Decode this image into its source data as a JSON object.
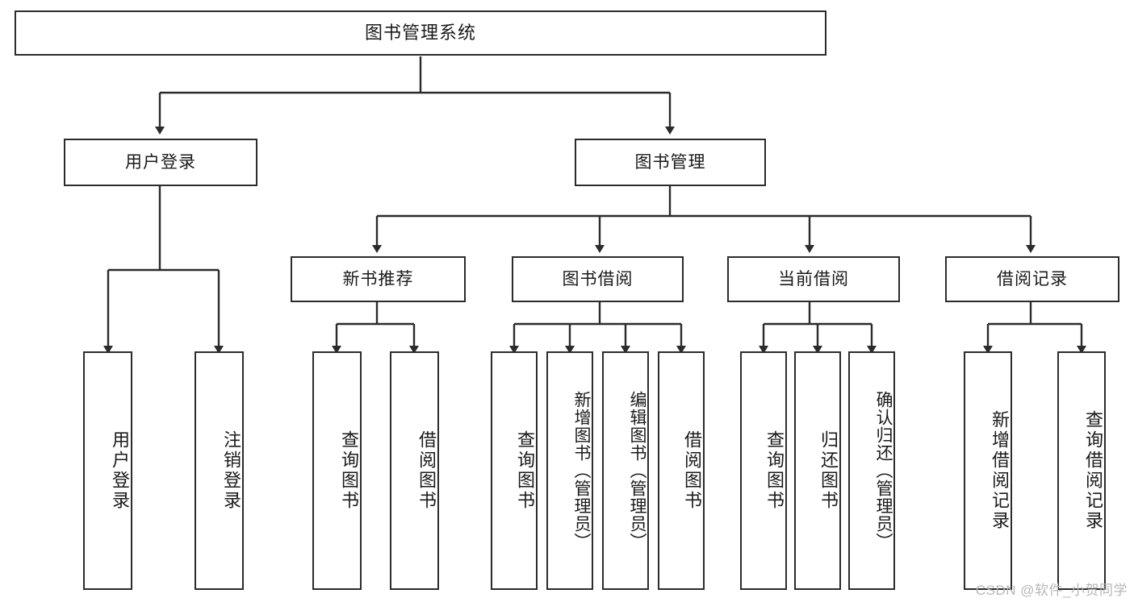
{
  "diagram": {
    "title": "图书管理系统",
    "type": "functional-structure-tree",
    "root": {
      "label": "图书管理系统"
    },
    "level2": [
      {
        "label": "用户登录"
      },
      {
        "label": "图书管理"
      }
    ],
    "level3": [
      {
        "label": "新书推荐"
      },
      {
        "label": "图书借阅"
      },
      {
        "label": "当前借阅"
      },
      {
        "label": "借阅记录"
      }
    ],
    "leaves": {
      "user_login": [
        {
          "label": "用户登录"
        },
        {
          "label": "注销登录"
        }
      ],
      "new_book_recommend": [
        {
          "label": "查询图书"
        },
        {
          "label": "借阅图书"
        }
      ],
      "book_borrow": [
        {
          "label": "查询图书"
        },
        {
          "label": "新增图书（管理员）"
        },
        {
          "label": "编辑图书（管理员）"
        },
        {
          "label": "借阅图书"
        }
      ],
      "current_borrow": [
        {
          "label": "查询图书"
        },
        {
          "label": "归还图书"
        },
        {
          "label": "确认归还（管理员）"
        }
      ],
      "borrow_records": [
        {
          "label": "新增借阅记录"
        },
        {
          "label": "查询借阅记录"
        }
      ]
    }
  },
  "watermark": {
    "text": "CSDN @软件_小贺同学"
  },
  "colors": {
    "stroke": "#2b2b2b",
    "background": "#ffffff",
    "text": "#1a1a1a",
    "watermark": "#b7b7b7"
  }
}
